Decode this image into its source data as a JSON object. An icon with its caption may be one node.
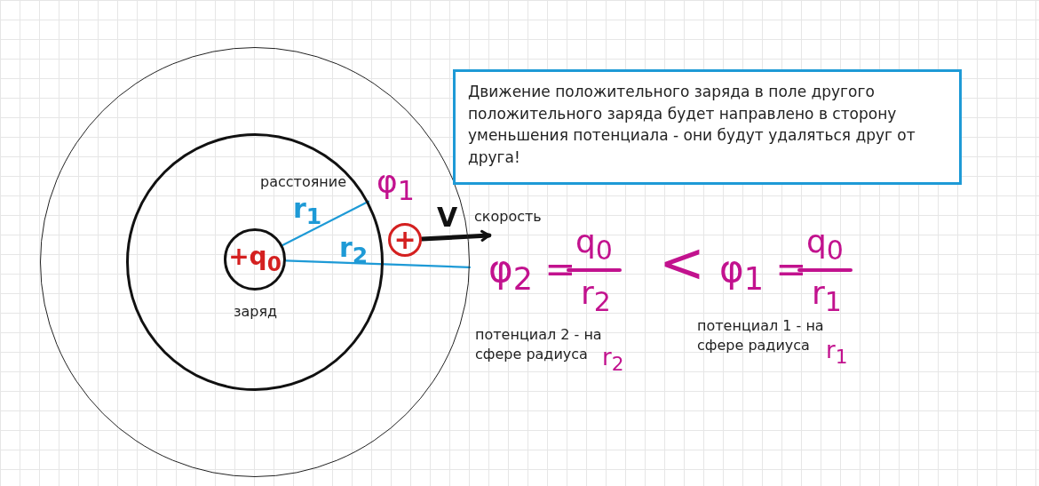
{
  "diagram": {
    "nodes": [
      {
        "text": [],
        "shape": "circle"
      },
      {
        "text": [],
        "shape": "circle",
        "in": 0
      },
      {
        "text": [
          "+q$_{0}$"
        ],
        "beside": [
          "заряд"
        ],
        "in": 1
      },
      {
        "text": [
          "+"
        ],
        "in": 0
      },
      {
        "text": [
          "Движение положительного заряда в поле другого положительного заряда будет направлено в сторону уменьшения потенциала - они будут удаляться друг от друга!"
        ]
      },
      {
        "text": [
          "скорость"
        ]
      }
    ],
    "edges": [
      {
        "from": 2,
        "to": 1,
        "arrow": "none",
        "label": "r$_{1}$"
      },
      {
        "from": 2,
        "to": 0,
        "arrow": "none",
        "label": "r$_{2}$"
      },
      {
        "from": 3,
        "to": 5,
        "arrow": "to",
        "label": "V",
        "style": "thick",
        "color": "#111111"
      }
    ],
    "labels": [
      "расстояние",
      "φ$_{1}$",
      "φ$_{2}$ =",
      "q$_{0}$",
      "r$_{2}$",
      "<",
      "φ$_{1}$ =",
      "q$_{0}$",
      "r$_{1}$",
      "потенциал 2 - на сфере радиуса",
      "r$_{2}$",
      "потенциал 1 - на сфере радиуса",
      "r$_{1}$"
    ]
  }
}
